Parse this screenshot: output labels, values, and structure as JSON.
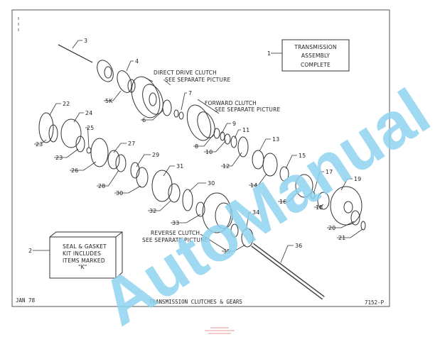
{
  "title_box": {
    "label": "1",
    "line1": "TRANSMISSION",
    "line2": "ASSEMBLY",
    "line3": "COMPLETE"
  },
  "kit_box": {
    "label": "2",
    "line1": "SEAL & GASKET",
    "line2": "KIT INCLUDES",
    "line3": "ITEMS MARKED",
    "line4": "\"K\""
  },
  "notes": {
    "direct_drive_1": "DIRECT DRIVE CLUTCH",
    "direct_drive_2": "SEE SEPARATE PICTURE",
    "forward_1": "FORWARD CLUTCH",
    "forward_2": "SEE SEPARATE PICTURE",
    "reverse_1": "REVERSE CLUTCH",
    "reverse_2": "SEE SEPARATE PICTURE"
  },
  "callouts": [
    "3",
    "4",
    "5K",
    "6",
    "7",
    "8",
    "9",
    "10",
    "11",
    "12",
    "13",
    "14",
    "15",
    "16",
    "17",
    "18",
    "19",
    "20",
    "21",
    "22",
    "23",
    "23",
    "24",
    "25",
    "26",
    "27",
    "28",
    "29",
    "30",
    "30",
    "31",
    "32",
    "33",
    "34",
    "35",
    "36"
  ],
  "footer": {
    "date": "JAN 78",
    "title": "TRANSMISSION CLUTCHES & GEARS",
    "code": "7152-P"
  },
  "watermark": "AutoManual",
  "colors": {
    "watermark": "#8fd3f0",
    "ink": "#222222",
    "stamp": "#e05050"
  }
}
